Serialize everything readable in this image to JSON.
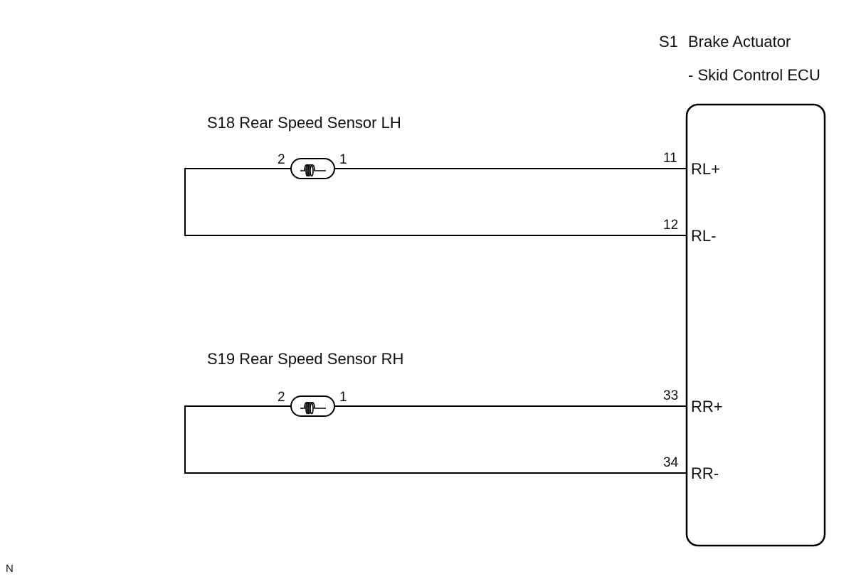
{
  "ecu": {
    "code": "S1",
    "name": "Brake Actuator",
    "subname": "- Skid Control ECU",
    "terminals": [
      {
        "num": "11",
        "label": "RL+"
      },
      {
        "num": "12",
        "label": "RL-"
      },
      {
        "num": "33",
        "label": "RR+"
      },
      {
        "num": "34",
        "label": "RR-"
      }
    ]
  },
  "sensors": [
    {
      "title": "S18 Rear Speed Sensor LH",
      "pin_left": "2",
      "pin_right": "1"
    },
    {
      "title": "S19 Rear Speed Sensor RH",
      "pin_left": "2",
      "pin_right": "1"
    }
  ],
  "corner_mark": "N"
}
